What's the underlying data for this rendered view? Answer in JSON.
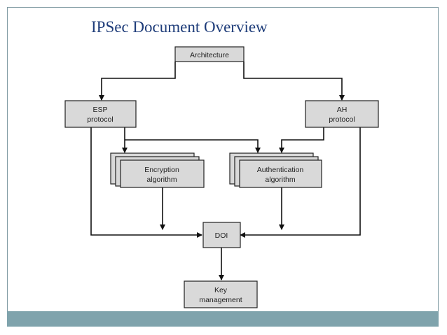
{
  "title": "IPSec Document Overview",
  "nodes": {
    "architecture": "Architecture",
    "esp": [
      "ESP",
      "protocol"
    ],
    "ah": [
      "AH",
      "protocol"
    ],
    "encryption": [
      "Encryption",
      "algorithm"
    ],
    "authentication": [
      "Authentication",
      "algorithm"
    ],
    "doi": "DOI",
    "key": [
      "Key",
      "management"
    ]
  },
  "colors": {
    "title": "#1f3d7a",
    "box_fill": "#d9d9d9",
    "footer": "#7fa3ac"
  }
}
